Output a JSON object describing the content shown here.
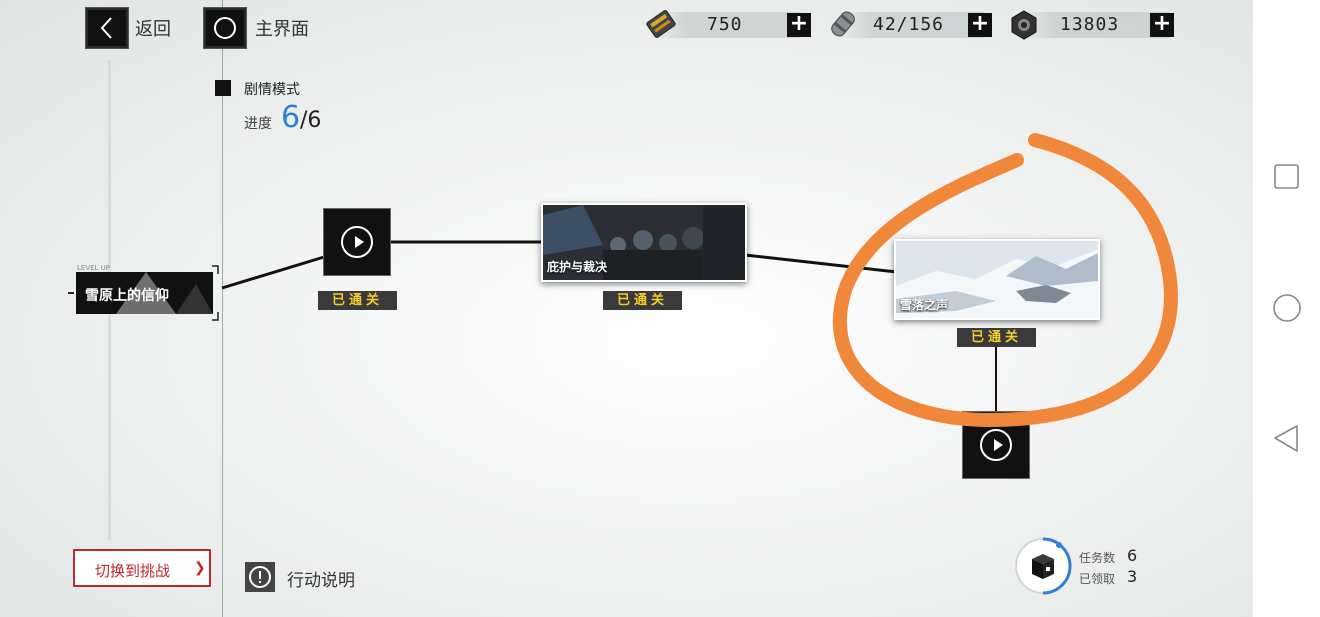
{
  "top": {
    "back_label": "返回",
    "home_label": "主界面",
    "resources": [
      {
        "icon": "ticket-icon",
        "value": "750"
      },
      {
        "icon": "canister-icon",
        "value": "42/156"
      },
      {
        "icon": "hex-nut-icon",
        "value": "13803"
      }
    ],
    "plus_label": "+"
  },
  "mode": {
    "title": "剧情模式",
    "progress_label": "进度",
    "progress_current": "6",
    "progress_total": "/6"
  },
  "chapter": {
    "level_up": "LEVEL UP",
    "title": "雪原上的信仰"
  },
  "nodes": [
    {
      "type": "video",
      "status": "已通关"
    },
    {
      "type": "scene",
      "title": "庇护与裁决",
      "status": "已通关"
    },
    {
      "type": "scene",
      "title": "雪落之声",
      "status": "已通关"
    },
    {
      "type": "video",
      "status": ""
    }
  ],
  "bottom": {
    "switch_label": "切换到挑战",
    "switch_arrow": "❯",
    "help_label": "行动说明",
    "tasks_label": "任务数",
    "tasks_value": "6",
    "claimed_label": "已领取",
    "claimed_value": "3"
  },
  "colors": {
    "accent_blue": "#2f7fd6",
    "badge_yellow": "#f2cf2b",
    "switch_red": "#c0282d",
    "annotation_orange": "#f0873a"
  }
}
